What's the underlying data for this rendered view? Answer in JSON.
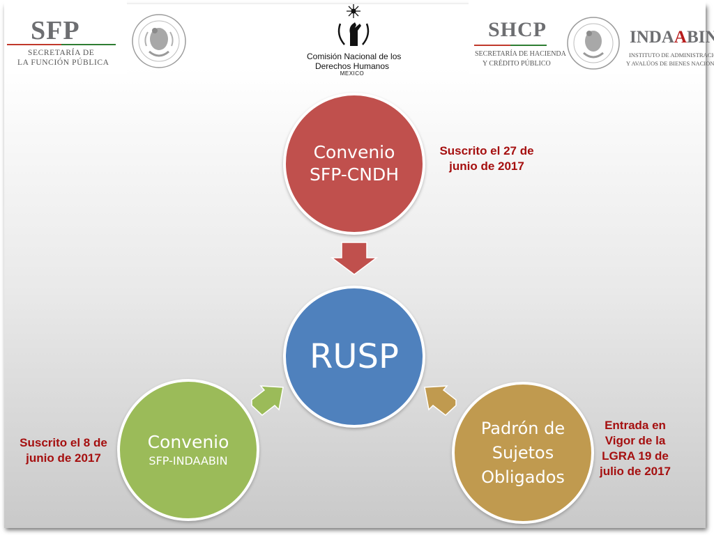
{
  "logos": {
    "sfp": {
      "title": "SFP",
      "line1": "SECRETARÍA DE",
      "line2": "LA FUNCIÓN PÚBLICA"
    },
    "cndh": {
      "line1": "Comisión Nacional de los",
      "line2": "Derechos Humanos",
      "line3": "MEXICO"
    },
    "shcp": {
      "title": "SHCP",
      "line1": "SECRETARÍA DE HACIENDA",
      "line2": "Y CRÉDITO PÚBLICO"
    },
    "indaabin": {
      "title_a": "INDA",
      "title_b": "A",
      "title_c": "BIN",
      "line1": "INSTITUTO DE ADMINISTRACIÓN",
      "line2": "Y AVALÚOS DE BIENES NACIONALES"
    },
    "seal_icon": "mexican-coat-of-arms-seal",
    "cndh_icon": "hand-with-star-emblem"
  },
  "diagram": {
    "center": {
      "label": "RUSP"
    },
    "top": {
      "line1": "Convenio",
      "line2": "SFP-CNDH"
    },
    "left": {
      "line1": "Convenio",
      "line2": "SFP-INDAABIN"
    },
    "right": {
      "line1": "Padrón de",
      "line2": "Sujetos",
      "line3": "Obligados"
    }
  },
  "notes": {
    "top": {
      "line1": "Suscrito el 27 de",
      "line2": "junio de 2017"
    },
    "left": {
      "line1": "Suscrito el 8 de",
      "line2": "junio de 2017"
    },
    "right": {
      "line1": "Entrada en",
      "line2": "Vigor de la",
      "line3": "LGRA 19 de",
      "line4": "julio de 2017"
    }
  },
  "colors": {
    "top": "#c0504d",
    "center": "#4f81bd",
    "left": "#9bbb59",
    "right": "#c09a4f",
    "note_text": "#a50f0f"
  }
}
